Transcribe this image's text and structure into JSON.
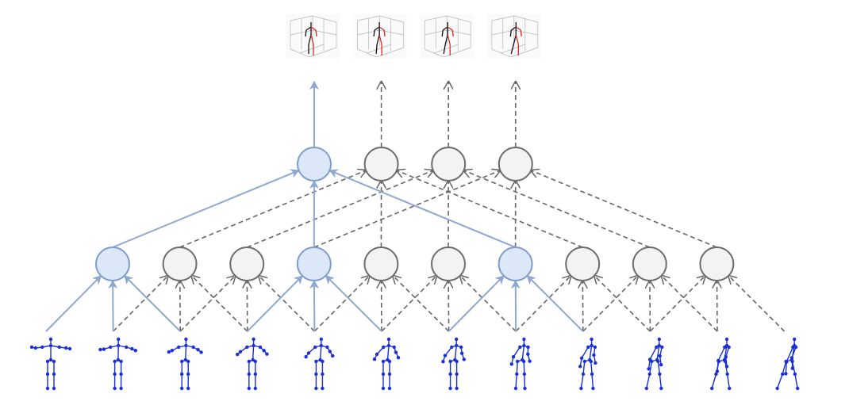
{
  "diagram": {
    "type": "temporal-convolution-network",
    "colors": {
      "background": "#ffffff",
      "active_edge": "#8ea8d3",
      "active_node_fill": "#dce7f8",
      "active_node_stroke": "#7b9ccc",
      "inactive_edge": "#666666",
      "inactive_node_fill": "#f3f3f3",
      "inactive_node_stroke": "#6b6b6b",
      "skeleton_2d": "#1a2fd6",
      "skeleton_3d_dark": "#111111",
      "skeleton_3d_red": "#d62a20"
    },
    "layers": {
      "input_frames": 12,
      "hidden_1_nodes": 10,
      "hidden_2_nodes": 4,
      "outputs": 4
    },
    "active_path": {
      "hidden_1": [
        0,
        3,
        6
      ],
      "hidden_2": [
        0
      ],
      "output": [
        0
      ]
    },
    "input_icon": "2d-skeleton-icon",
    "output_icon": "3d-pose-plot-icon"
  }
}
